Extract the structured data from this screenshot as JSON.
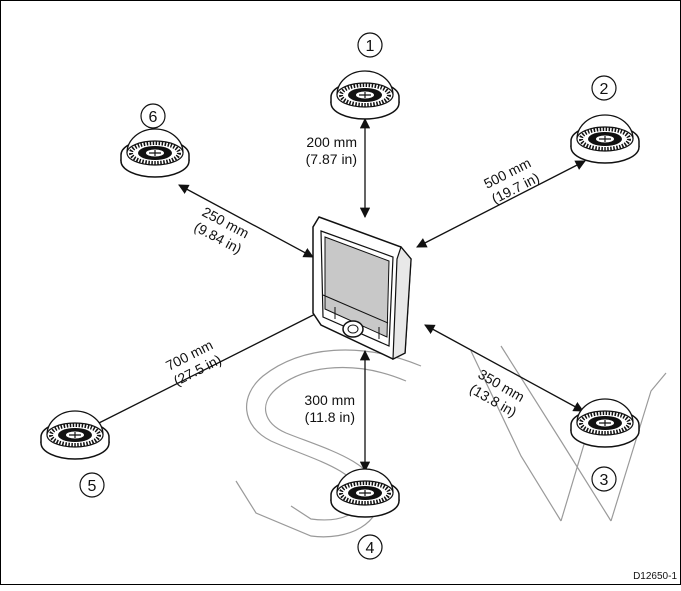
{
  "figure_code": "D12650-1",
  "instrument": {
    "name": "display-unit"
  },
  "compasses": [
    {
      "id": "1",
      "number": "1"
    },
    {
      "id": "2",
      "number": "2"
    },
    {
      "id": "3",
      "number": "3"
    },
    {
      "id": "4",
      "number": "4"
    },
    {
      "id": "5",
      "number": "5"
    },
    {
      "id": "6",
      "number": "6"
    }
  ],
  "distances": [
    {
      "to": "1",
      "mm": "200 mm",
      "in": "(7.87 in)"
    },
    {
      "to": "2",
      "mm": "500 mm",
      "in": "(19.7 in)"
    },
    {
      "to": "3",
      "mm": "350 mm",
      "in": "(13.8 in)"
    },
    {
      "to": "4",
      "mm": "300 mm",
      "in": "(11.8 in)"
    },
    {
      "to": "5",
      "mm": "700 mm",
      "in": "(27.5 in)"
    },
    {
      "to": "6",
      "mm": "250 mm",
      "in": "(9.84 in)"
    }
  ],
  "colors": {
    "line": "#111111",
    "screen": "#c8c8c8",
    "watermark": "#9a9a9a"
  }
}
